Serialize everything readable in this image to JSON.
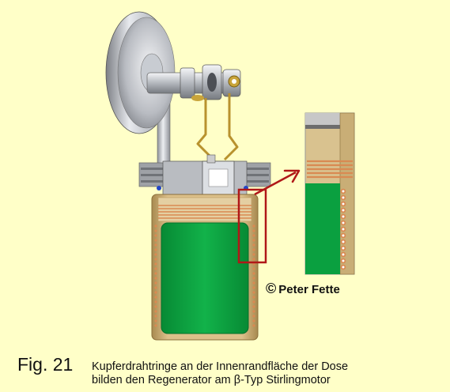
{
  "figure": {
    "label": "Fig. 21",
    "caption_line1": "Kupferdrahtringe an der Innenrandfläche der Dose",
    "caption_line2": "bilden den Regenerator am β-Typ Stirlingmotor"
  },
  "copyright": {
    "symbol": "©",
    "text": "Peter Fette"
  },
  "colors": {
    "background": "#ffffc8",
    "displacer_green": "#0aa040",
    "copper": "#d98a52",
    "highlight_red": "#b01818",
    "can_tan": "#d2b078"
  }
}
